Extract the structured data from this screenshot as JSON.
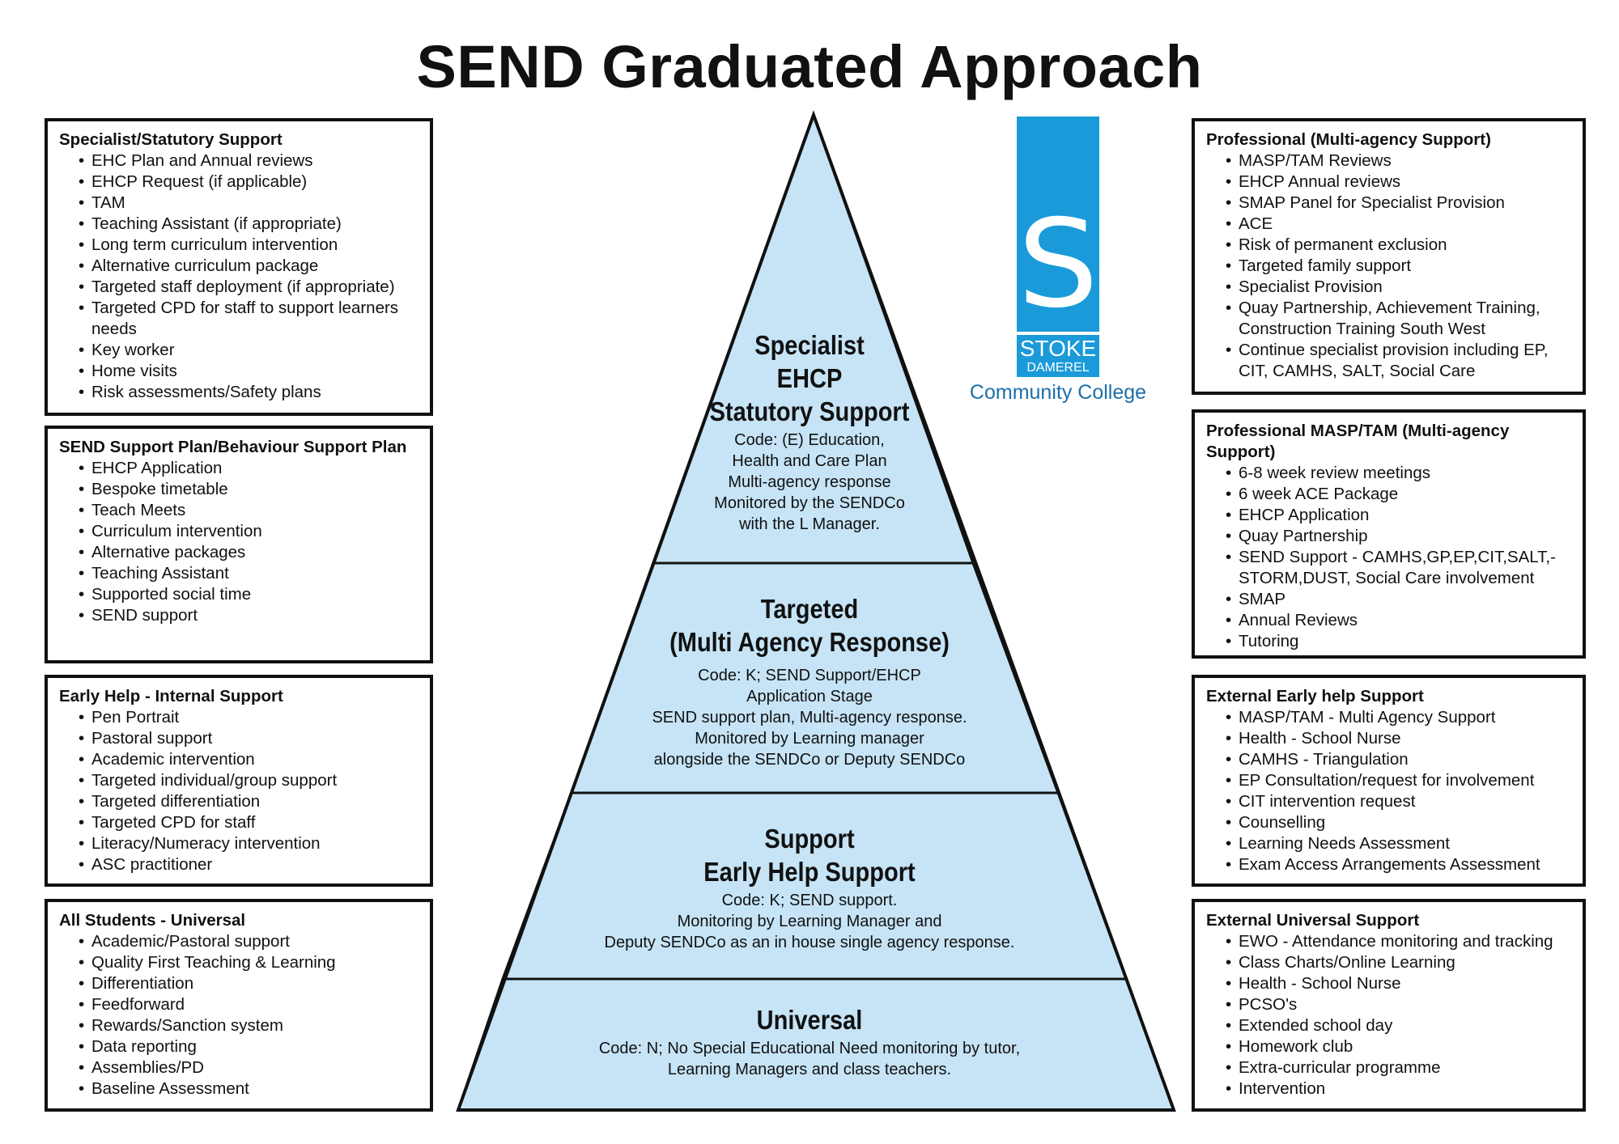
{
  "title": "SEND Graduated Approach",
  "colors": {
    "pyramid_fill": "#c6e4f6",
    "logo_blue": "#1a9ad9",
    "outline": "#111111"
  },
  "logo": {
    "glyph": "S",
    "line1": "STOKE",
    "line2": "DAMEREL",
    "caption": "Community College",
    "icon": "stoke-damerel-logo"
  },
  "pyramid": {
    "tiers": [
      {
        "heading": [
          "Specialist",
          "EHCP",
          "Statutory Support"
        ],
        "code": "Code: (E) Education,\nHealth and Care Plan\nMulti-agency response\nMonitored by the SENDCo\nwith the L Manager."
      },
      {
        "heading": [
          "Targeted",
          "(Multi Agency Response)"
        ],
        "code": "Code: K; SEND Support/EHCP\nApplication Stage\nSEND support plan, Multi-agency response.\nMonitored by Learning manager\nalongside the SENDCo or Deputy SENDCo"
      },
      {
        "heading": [
          "Support",
          "Early Help Support"
        ],
        "code": "Code: K; SEND support.\nMonitoring by Learning Manager and\nDeputy SENDCo as an in house single agency response."
      },
      {
        "heading": [
          "Universal"
        ],
        "code": "Code: N; No Special Educational Need monitoring by tutor,\nLearning Managers and class teachers."
      }
    ]
  },
  "left_boxes": [
    {
      "title": "Specialist/Statutory Support",
      "items": [
        "EHC Plan and Annual reviews",
        "EHCP Request (if applicable)",
        "TAM",
        "Teaching Assistant (if appropriate)",
        "Long term curriculum intervention",
        "Alternative curriculum package",
        "Targeted staff deployment (if appropriate)",
        "Targeted CPD for staff to support learners needs",
        "Key worker",
        "Home visits",
        "Risk assessments/Safety plans"
      ]
    },
    {
      "title": "SEND Support Plan/Behaviour Support Plan",
      "items": [
        "EHCP Application",
        "Bespoke timetable",
        "Teach Meets",
        "Curriculum intervention",
        "Alternative packages",
        "Teaching Assistant",
        "Supported social time",
        "SEND support"
      ]
    },
    {
      "title": "Early Help - Internal Support",
      "items": [
        "Pen Portrait",
        "Pastoral support",
        "Academic intervention",
        "Targeted individual/group support",
        "Targeted differentiation",
        "Targeted CPD for staff",
        "Literacy/Numeracy intervention",
        "ASC practitioner"
      ]
    },
    {
      "title": "All Students - Universal",
      "items": [
        "Academic/Pastoral support",
        "Quality First Teaching & Learning",
        "Differentiation",
        "Feedforward",
        "Rewards/Sanction system",
        "Data reporting",
        "Assemblies/PD",
        "Baseline Assessment"
      ]
    }
  ],
  "right_boxes": [
    {
      "title": "Professional (Multi-agency Support)",
      "items": [
        "MASP/TAM Reviews",
        "EHCP Annual reviews",
        "SMAP Panel for Specialist Provision",
        "ACE",
        "Risk of permanent exclusion",
        "Targeted family support",
        "Specialist Provision",
        "Quay Partnership, Achievement Training, Construction Training South West",
        "Continue specialist provision including EP, CIT, CAMHS, SALT, Social Care"
      ]
    },
    {
      "title": "Professional MASP/TAM (Multi-agency Support)",
      "items": [
        "6-8 week review meetings",
        "6 week ACE Package",
        "EHCP Application",
        "Quay Partnership",
        "SEND Support - CAMHS,GP,EP,CIT,SALT,-STORM,DUST, Social Care involvement",
        "SMAP",
        "Annual Reviews",
        "Tutoring"
      ]
    },
    {
      "title": "External Early help Support",
      "items": [
        "MASP/TAM - Multi Agency Support",
        "Health - School Nurse",
        "CAMHS - Triangulation",
        "EP Consultation/request for involvement",
        "CIT intervention request",
        "Counselling",
        "Learning Needs Assessment",
        "Exam Access Arrangements Assessment"
      ]
    },
    {
      "title": "External Universal Support",
      "items": [
        "EWO - Attendance monitoring and tracking",
        "Class Charts/Online Learning",
        "Health - School Nurse",
        "PCSO's",
        "Extended school day",
        "Homework club",
        "Extra-curricular programme",
        "Intervention"
      ]
    }
  ]
}
